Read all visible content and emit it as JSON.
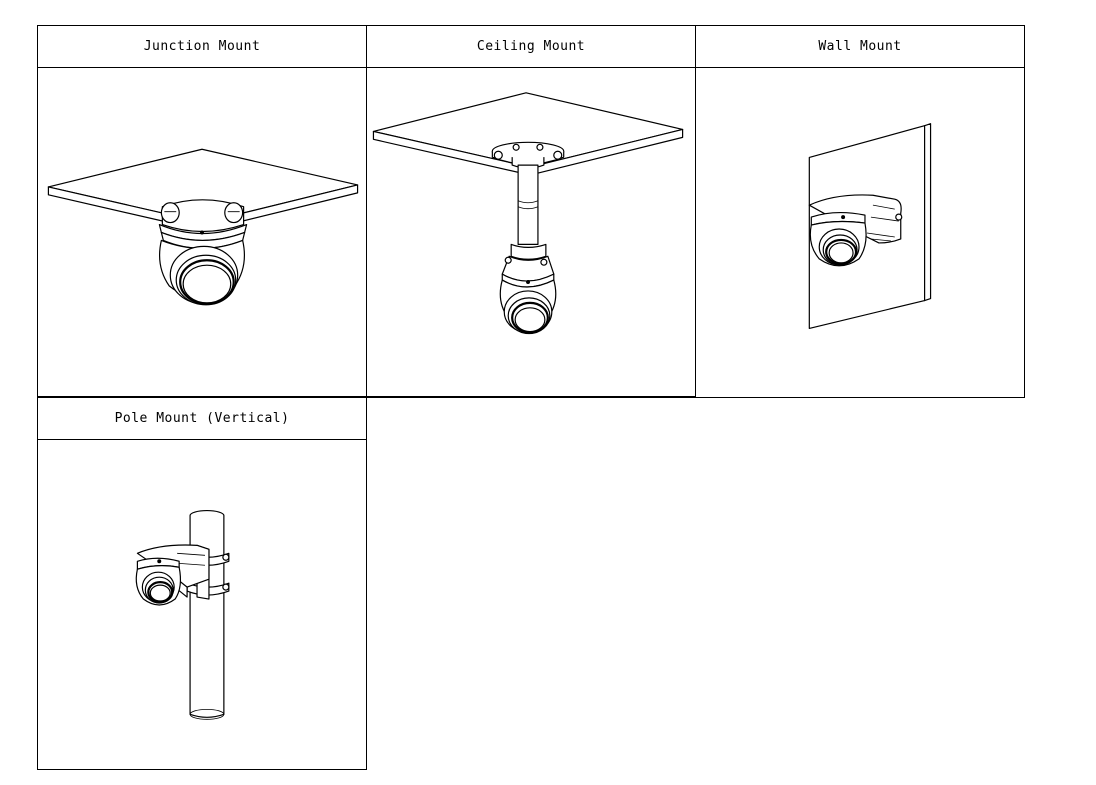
{
  "mounts": [
    {
      "title": "Junction Mount",
      "illustration_icon": "junction-mount-camera-icon"
    },
    {
      "title": "Ceiling Mount",
      "illustration_icon": "ceiling-mount-camera-icon"
    },
    {
      "title": "Wall Mount",
      "illustration_icon": "wall-mount-camera-icon"
    },
    {
      "title": "Pole Mount (Vertical)",
      "illustration_icon": "pole-mount-camera-icon"
    }
  ],
  "colors": {
    "line": "#000000",
    "background": "#ffffff"
  }
}
